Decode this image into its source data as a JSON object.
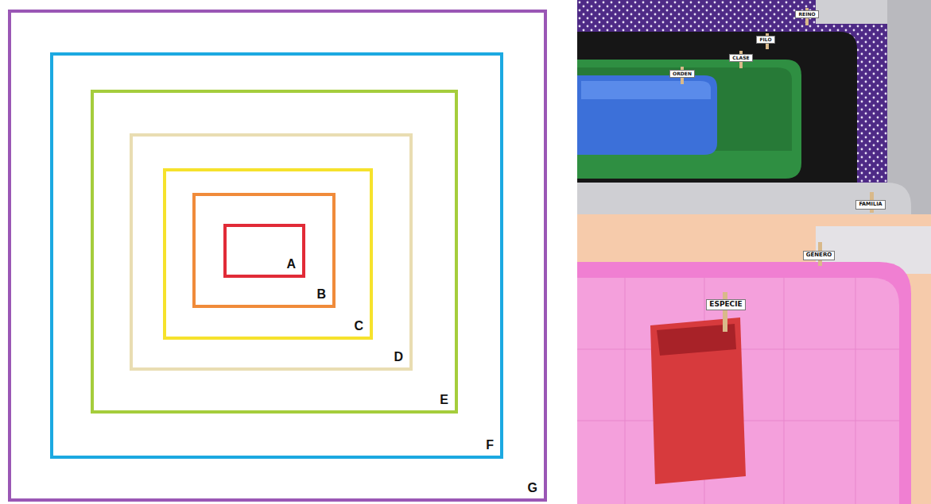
{
  "diagram": {
    "nodes": [
      {
        "text": [
          "G"
        ]
      },
      {
        "text": [
          "F"
        ],
        "in": 0
      },
      {
        "text": [
          "E"
        ],
        "in": 1
      },
      {
        "text": [
          "D"
        ],
        "in": 2
      },
      {
        "text": [
          "C"
        ],
        "in": 3
      },
      {
        "text": [
          "B"
        ],
        "in": 4
      },
      {
        "text": [
          "A"
        ],
        "in": 5
      }
    ],
    "labels": [
      "REINO",
      "FILO",
      "CLASE",
      "ORDEN",
      "FAMILIA",
      "GÉNERO",
      "ESPECIE"
    ]
  }
}
